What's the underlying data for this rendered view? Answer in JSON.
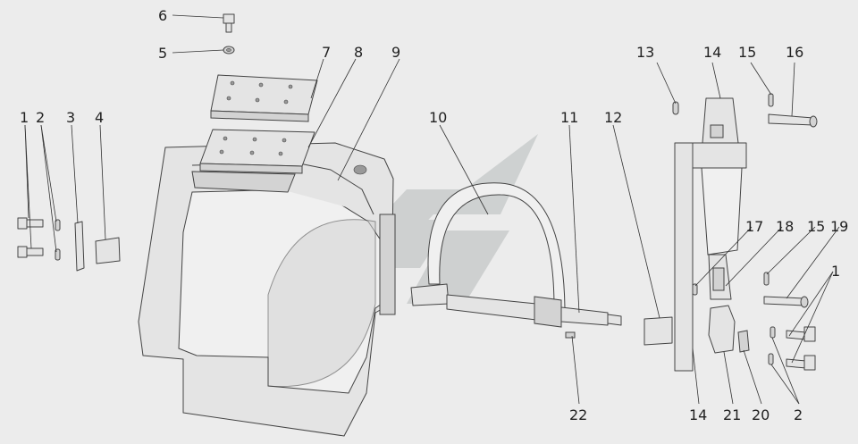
{
  "callouts": [
    {
      "id": "label-1-left",
      "text": "1"
    },
    {
      "id": "label-2-left",
      "text": "2"
    },
    {
      "id": "label-3",
      "text": "3"
    },
    {
      "id": "label-4",
      "text": "4"
    },
    {
      "id": "label-5",
      "text": "5"
    },
    {
      "id": "label-6",
      "text": "6"
    },
    {
      "id": "label-7",
      "text": "7"
    },
    {
      "id": "label-8",
      "text": "8"
    },
    {
      "id": "label-9",
      "text": "9"
    },
    {
      "id": "label-10",
      "text": "10"
    },
    {
      "id": "label-11",
      "text": "11"
    },
    {
      "id": "label-12",
      "text": "12"
    },
    {
      "id": "label-13",
      "text": "13"
    },
    {
      "id": "label-14-top",
      "text": "14"
    },
    {
      "id": "label-15-top",
      "text": "15"
    },
    {
      "id": "label-16",
      "text": "16"
    },
    {
      "id": "label-17",
      "text": "17"
    },
    {
      "id": "label-18",
      "text": "18"
    },
    {
      "id": "label-15-mid",
      "text": "15"
    },
    {
      "id": "label-19",
      "text": "19"
    },
    {
      "id": "label-1-right",
      "text": "1"
    },
    {
      "id": "label-22",
      "text": "22"
    },
    {
      "id": "label-14-bottom",
      "text": "14"
    },
    {
      "id": "label-21",
      "text": "21"
    },
    {
      "id": "label-20",
      "text": "20"
    },
    {
      "id": "label-2-right",
      "text": "2"
    }
  ],
  "colors": {
    "background": "#ececec",
    "watermark": "#c9cccc",
    "line": "#444444"
  }
}
